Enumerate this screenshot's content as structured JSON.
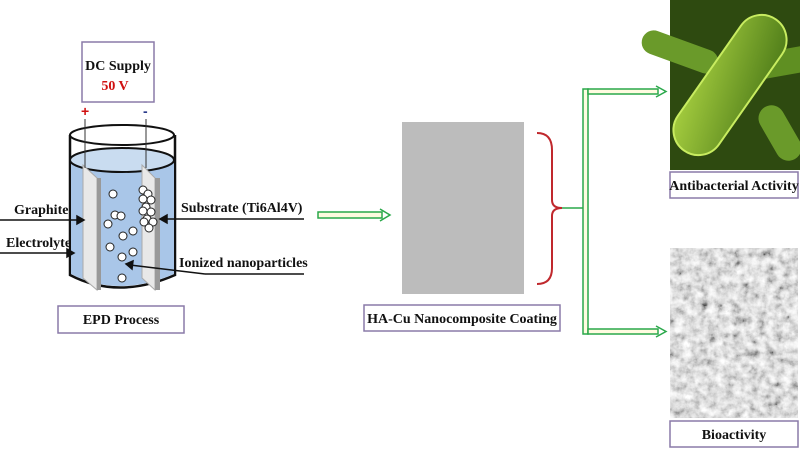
{
  "dc_supply": {
    "title": "DC Supply",
    "voltage": "50 V",
    "plus": "+",
    "minus": "-"
  },
  "labels": {
    "graphite": "Graphite",
    "electrolyte": "Electrolyte",
    "substrate": "Substrate (Ti6Al4V)",
    "ionized": "Ionized nanoparticles",
    "epd": "EPD Process",
    "coating": "HA-Cu Nanocomposite Coating",
    "antibacterial": "Antibacterial Activity",
    "bioactivity": "Bioactivity"
  },
  "colors": {
    "arrow": "#2aa84a",
    "bracket": "#c0282d",
    "voltage": "#d01010",
    "liquid": "#a9c6e8"
  }
}
